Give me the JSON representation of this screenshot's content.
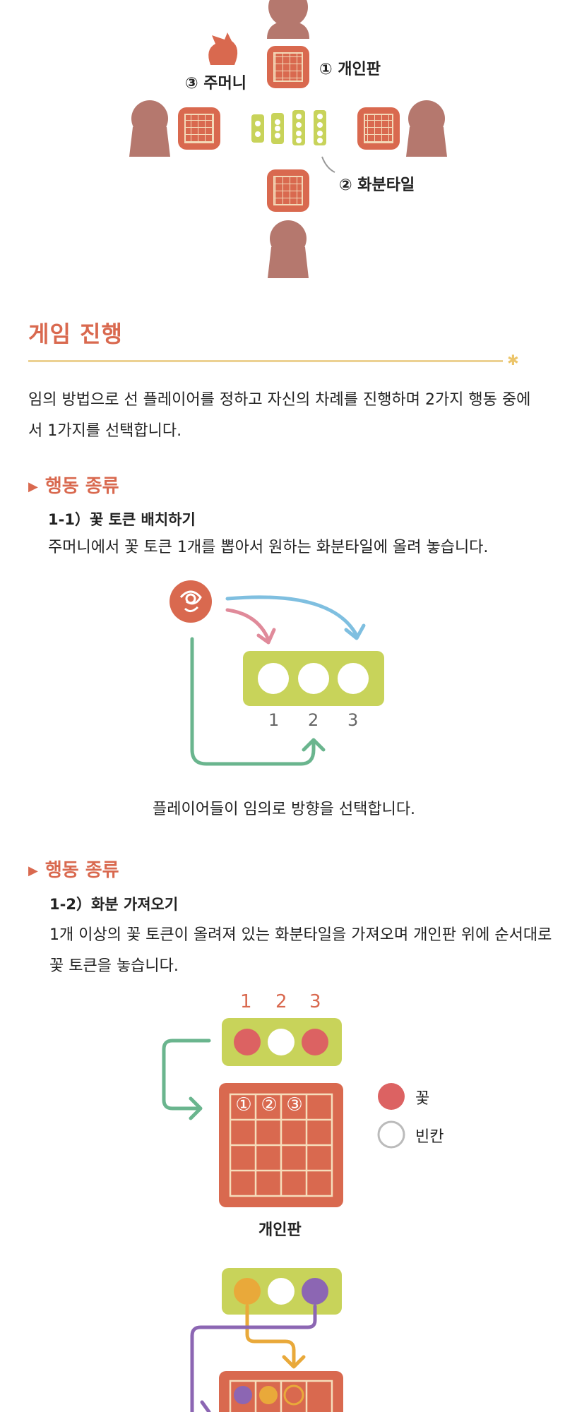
{
  "setup_labels": {
    "personal_board": "① 개인판",
    "pouch": "③ 주머니",
    "pot_tile": "② 화분타일"
  },
  "section": {
    "title": "게임 진행",
    "intro": "임의 방법으로 선 플레이어를 정하고 자신의 차례를 진행하며 2가지 행동 중에서 1가지를 선택합니다."
  },
  "action1": {
    "heading": "행동 종류",
    "item_title": "1-1）꽃 토큰 배치하기",
    "text": "주머니에서 꽃 토큰 1개를 뽑아서 원하는 화분타일에 올려 놓습니다.",
    "slots": [
      "1",
      "2",
      "3"
    ],
    "caption": "플레이어들이 임의로 방향을 선택합니다."
  },
  "action2": {
    "heading": "행동 종류",
    "item_title": "1-2）화분 가져오기",
    "text": "1개 이상의 꽃 토큰이 올려져 있는 화분타일을 가져오며 개인판 위에 순서대로 꽃 토큰을 놓습니다.",
    "slots": [
      "1",
      "2",
      "3"
    ],
    "cell_marks": [
      "①",
      "②",
      "③"
    ],
    "board_label": "개인판",
    "legend": {
      "flower": "꽃",
      "empty": "빈칸"
    }
  },
  "colors": {
    "accent": "#d9694f",
    "board": "#d9694f",
    "tile": "#c8d35a",
    "figure": "#b5786e",
    "rule": "#ecd192",
    "arrow_blue": "#7fbfe0",
    "arrow_pink": "#e08a9a",
    "arrow_green": "#6ab58e",
    "token_red": "#dc6262",
    "token_yellow": "#e9a93a",
    "token_purple": "#8c66b3"
  }
}
